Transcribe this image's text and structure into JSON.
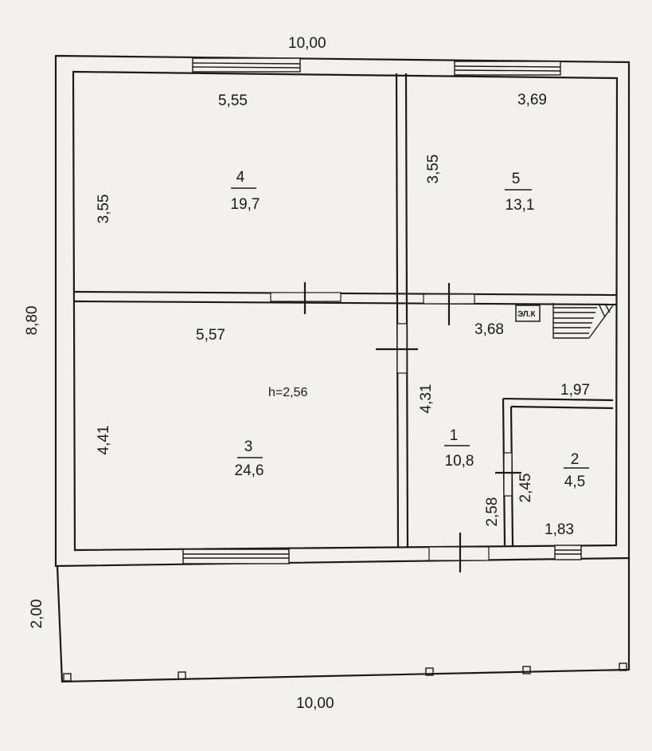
{
  "overall": {
    "top_width": "10,00",
    "bottom_width": "10,00",
    "left_height": "8,80",
    "terrace_depth": "2,00"
  },
  "ceiling_height": "h=2,56",
  "rooms": [
    {
      "number": "4",
      "area": "19,7",
      "width": "5,55",
      "height": "3,55"
    },
    {
      "number": "5",
      "area": "13,1",
      "width": "3,69",
      "height": "3,55"
    },
    {
      "number": "3",
      "area": "24,6",
      "width": "5,57",
      "height": "4,41"
    },
    {
      "number": "1",
      "area": "10,8",
      "width": "3,68",
      "height": "4,31"
    },
    {
      "number": "2",
      "area": "4,5",
      "width": "1,83",
      "height": "2,45"
    }
  ],
  "extra_dims": {
    "room2_top": "1,97",
    "corridor_height": "2,58"
  },
  "panel_label": "ЭЛ.К"
}
